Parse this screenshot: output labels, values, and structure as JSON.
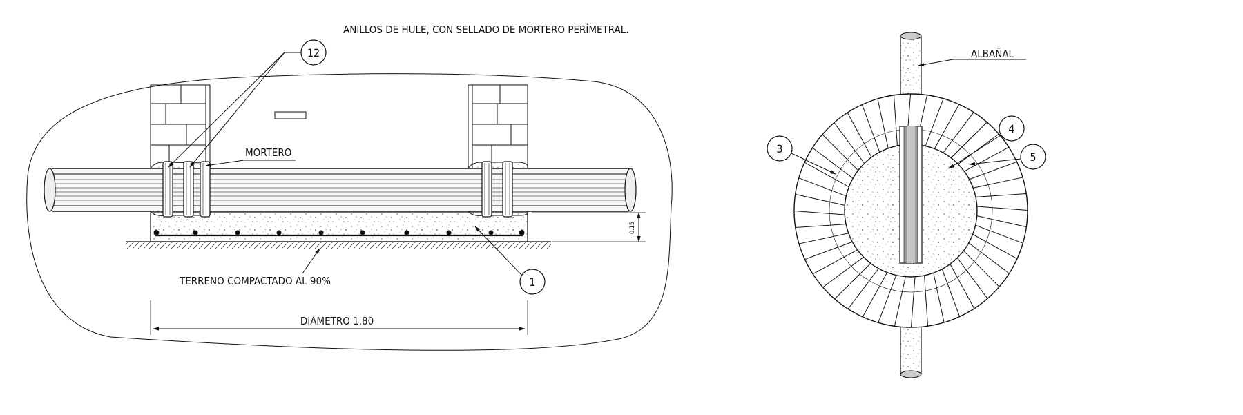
{
  "labels": {
    "top_note": "ANILLOS DE HULE, CON SELLADO DE MORTERO PERÍMETRAL.",
    "mortero": "MORTERO",
    "terreno": "TERRENO COMPACTADO AL 90%",
    "diametro": "DIÁMETRO 1.80",
    "espesor": "0.15",
    "albanal": "ALBAÑAL"
  },
  "callouts": {
    "c12": "12",
    "c1": "1",
    "c3": "3",
    "c4": "4",
    "c5": "5"
  },
  "colors": {
    "line": "#111111",
    "concrete_dot": "#8a8a8a",
    "pipe_fill": "#f4f4f4"
  }
}
